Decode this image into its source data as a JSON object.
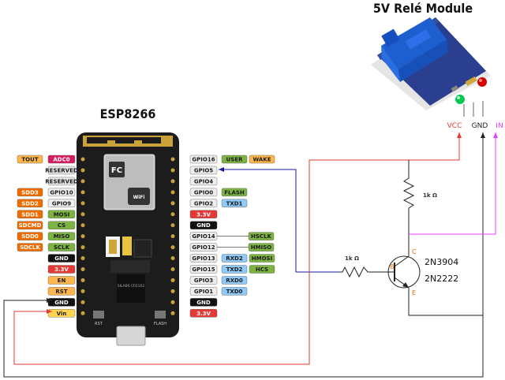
{
  "module_title": "5V Relé Module",
  "board_title": "ESP8266",
  "relay_pins": {
    "vcc": "VCC",
    "gnd": "GND",
    "in": "IN"
  },
  "resistor_collector": "1k Ω",
  "resistor_base": "1k Ω",
  "transistor": {
    "model1": "2N3904",
    "model2": "2N2222",
    "c": "C",
    "b": "B",
    "e": "E"
  },
  "board_print": {
    "wifi": "WiFi",
    "fc": "FC",
    "rst": "RST",
    "flash": "FLASH",
    "silabs": "SILABS CP2102"
  },
  "left_pins": [
    {
      "pin": "ADC0",
      "tag": "TOUT",
      "pin_color": "#d81b60",
      "tag_color": "#ffb74d"
    },
    {
      "pin": "RESERVED",
      "tag": "",
      "pin_color": "#e8e8e8",
      "tag_color": ""
    },
    {
      "pin": "RESERVED",
      "tag": "",
      "pin_color": "#e8e8e8",
      "tag_color": ""
    },
    {
      "pin": "GPIO10",
      "tag": "SDD3",
      "pin_color": "#eeeeee",
      "tag_color": "#ef6c00"
    },
    {
      "pin": "GPIO9",
      "tag": "SDD2",
      "pin_color": "#eeeeee",
      "tag_color": "#ef6c00"
    },
    {
      "pin": "MOSI",
      "tag": "SDD1",
      "pin_color": "#7cb342",
      "tag_color": "#ef6c00"
    },
    {
      "pin": "CS",
      "tag": "SDCMD",
      "pin_color": "#7cb342",
      "tag_color": "#ef6c00"
    },
    {
      "pin": "MISO",
      "tag": "SDD0",
      "pin_color": "#7cb342",
      "tag_color": "#ef6c00"
    },
    {
      "pin": "SCLK",
      "tag": "SDCLK",
      "pin_color": "#7cb342",
      "tag_color": "#ef6c00"
    },
    {
      "pin": "GND",
      "tag": "",
      "pin_color": "#111111",
      "tag_color": ""
    },
    {
      "pin": "3.3V",
      "tag": "",
      "pin_color": "#e53935",
      "tag_color": ""
    },
    {
      "pin": "EN",
      "tag": "",
      "pin_color": "#ffb74d",
      "tag_color": ""
    },
    {
      "pin": "RST",
      "tag": "",
      "pin_color": "#ffb74d",
      "tag_color": ""
    },
    {
      "pin": "GND",
      "tag": "",
      "pin_color": "#111111",
      "tag_color": ""
    },
    {
      "pin": "Vin",
      "tag": "",
      "pin_color": "#ffd54f",
      "tag_color": ""
    }
  ],
  "right_pins": [
    {
      "pin": "GPIO16",
      "func": "USER",
      "func_color": "#7cb342",
      "extra": "WAKE",
      "extra_color": "#ffb74d"
    },
    {
      "pin": "GPIO5",
      "func": "",
      "func_color": "",
      "extra": "",
      "extra_color": ""
    },
    {
      "pin": "GPIO4",
      "func": "",
      "func_color": "",
      "extra": "",
      "extra_color": ""
    },
    {
      "pin": "GPIO0",
      "func": "FLASH",
      "func_color": "#7cb342",
      "extra": "",
      "extra_color": ""
    },
    {
      "pin": "GPIO2",
      "func": "TXD1",
      "func_color": "#90caf9",
      "extra": "",
      "extra_color": ""
    },
    {
      "pin": "3.3V",
      "func": "",
      "func_color": "",
      "extra": "",
      "extra_color": ""
    },
    {
      "pin": "GND",
      "func": "",
      "func_color": "",
      "extra": "",
      "extra_color": ""
    },
    {
      "pin": "GPIO14",
      "func": "HSCLK",
      "func_color": "#7cb342",
      "extra": "",
      "extra_color": ""
    },
    {
      "pin": "GPIO12",
      "func": "HMISO",
      "func_color": "#7cb342",
      "extra": "",
      "extra_color": ""
    },
    {
      "pin": "GPIO13",
      "func": "RXD2",
      "func_color": "#90caf9",
      "extra": "HMOSI",
      "extra_color": "#7cb342"
    },
    {
      "pin": "GPIO15",
      "func": "TXD2",
      "func_color": "#90caf9",
      "extra": "HCS",
      "extra_color": "#7cb342"
    },
    {
      "pin": "GPIO3",
      "func": "RXD0",
      "func_color": "#90caf9",
      "extra": "",
      "extra_color": ""
    },
    {
      "pin": "GPIO1",
      "func": "TXD0",
      "func_color": "#90caf9",
      "extra": "",
      "extra_color": ""
    },
    {
      "pin": "GND",
      "func": "",
      "func_color": "",
      "extra": "",
      "extra_color": ""
    },
    {
      "pin": "3.3V",
      "func": "",
      "func_color": "",
      "extra": "",
      "extra_color": ""
    }
  ],
  "colors": {
    "wire_blue": "#1a1aa0",
    "wire_red": "#e53935",
    "wire_black": "#222222",
    "wire_pink": "#e040fb",
    "board": "#1c1c1c",
    "relay_blue": "#1e5fd0",
    "accent_green": "#7cb342"
  }
}
